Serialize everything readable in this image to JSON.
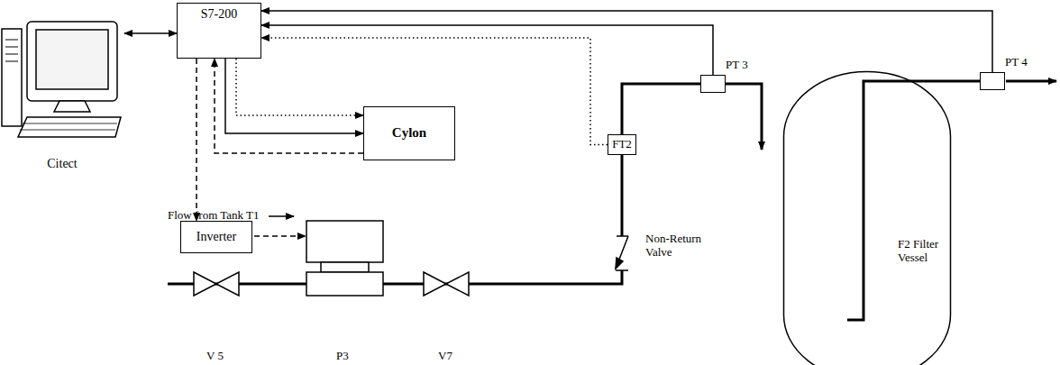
{
  "diagram": {
    "nodes": [
      {
        "text": [
          "Citect"
        ]
      },
      {
        "text": [
          "S7-200"
        ]
      },
      {
        "text": [
          "Cylon"
        ]
      },
      {
        "text": [
          "Inverter"
        ]
      },
      {
        "text": [
          "FT2"
        ]
      },
      {
        "text": [
          "PT 3"
        ]
      },
      {
        "text": [
          "PT 4"
        ]
      },
      {
        "text": [
          "F2 Filter Vessel"
        ]
      }
    ],
    "edges": [
      {
        "from": 0,
        "to": 1,
        "arrow": "both"
      },
      {
        "from": 1,
        "to": 2,
        "arrow": "to"
      },
      {
        "from": 1,
        "to": 2,
        "arrow": "to"
      },
      {
        "from": 2,
        "to": 1,
        "arrow": "to"
      },
      {
        "from": 1,
        "to": 3,
        "arrow": "to"
      },
      {
        "from": 4,
        "to": 1,
        "arrow": "to"
      },
      {
        "from": 5,
        "to": 1,
        "arrow": "to"
      },
      {
        "from": 6,
        "to": 1,
        "arrow": "to"
      },
      {
        "from": 4,
        "to": 5,
        "arrow": "none"
      },
      {
        "from": 5,
        "to": 7,
        "arrow": "to"
      },
      {
        "from": 7,
        "to": 6,
        "arrow": "none"
      }
    ],
    "labels": [
      "Flow from Tank T1",
      "V 5",
      "P3",
      "V7",
      "Non-Return Valve"
    ]
  }
}
